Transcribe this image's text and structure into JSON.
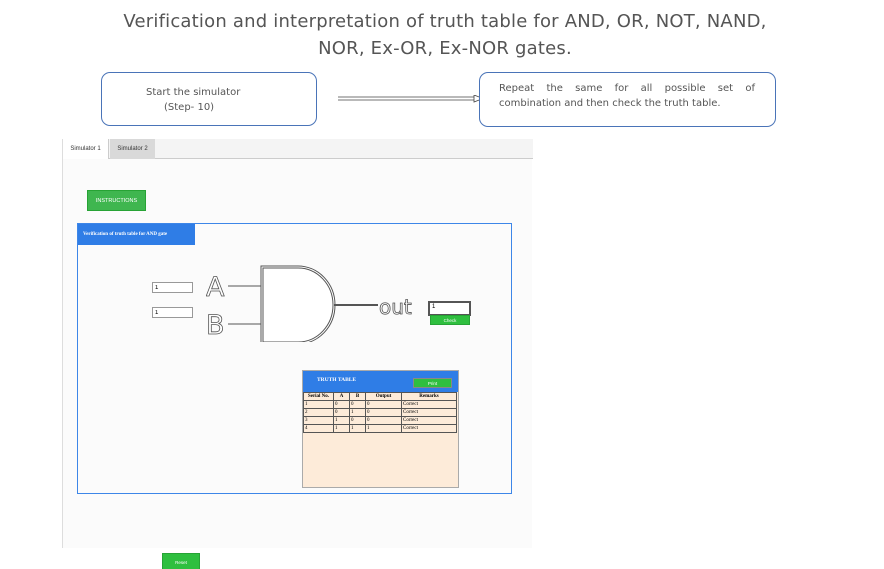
{
  "title": {
    "line1": "Verification and interpretation of truth table for AND, OR, NOT, NAND,",
    "line2": "NOR, Ex-OR, Ex-NOR gates."
  },
  "notes": {
    "start_line1": "Start the simulator",
    "start_line2": "(Step- 10)",
    "repeat": "Repeat the same for all possible set of combination and then check the truth table."
  },
  "tabs": [
    "Simulator 1",
    "Simulator 2"
  ],
  "buttons": {
    "instructions": "INSTRUCTIONS",
    "check": "Check",
    "print": "Print",
    "reset": "Reset"
  },
  "panel": {
    "heading": "Verification of truth table for AND gate",
    "input_a": "1",
    "input_b": "1",
    "output_value": "1"
  },
  "gate": {
    "label_a": "A",
    "label_b": "B",
    "label_out": "out"
  },
  "truth_table": {
    "title": "TRUTH TABLE",
    "headers": [
      "Serial No.",
      "A",
      "B",
      "Output",
      "Remarks"
    ],
    "rows": [
      [
        "1",
        "0",
        "0",
        "0",
        "Correct"
      ],
      [
        "2",
        "0",
        "1",
        "0",
        "Correct"
      ],
      [
        "3",
        "1",
        "0",
        "0",
        "Correct"
      ],
      [
        "4",
        "1",
        "1",
        "1",
        "Correct"
      ]
    ]
  },
  "colors": {
    "accent_blue": "#2f7de6",
    "button_green": "#2fbf3f",
    "table_bg": "#fdebd9"
  }
}
